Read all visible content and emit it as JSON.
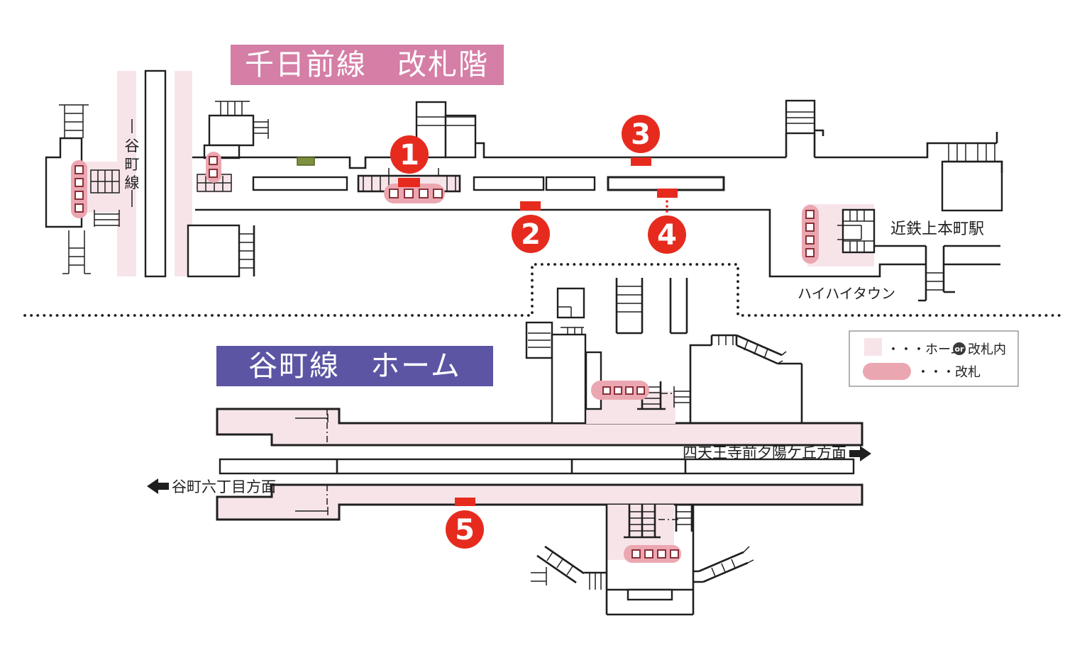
{
  "upper_map": {
    "title": "千日前線　改札階",
    "line_label": "谷町線",
    "line_label_chars": [
      "谷",
      "町",
      "線"
    ],
    "station_right": "近鉄上本町駅",
    "area_right": "ハイハイタウン"
  },
  "lower_map": {
    "title": "谷町線　ホーム",
    "direction_right": "四天王寺前夕陽ケ丘方面",
    "direction_left": "谷町六丁目方面"
  },
  "legend": {
    "platform_label": "・・・ホーム",
    "or_badge": "or",
    "inside_gate_label": "改札内",
    "gate_label": "・・・改札"
  },
  "exits": [
    {
      "number": "1"
    },
    {
      "number": "2"
    },
    {
      "number": "3"
    },
    {
      "number": "4"
    },
    {
      "number": "5"
    }
  ],
  "colors": {
    "area_pink": "#f7e4e9",
    "gate_pink": "#eba7b1",
    "red": "#e62b1e",
    "title_pink": "#d57ea6",
    "title_purple": "#5b55a4",
    "green": "#7d9140"
  }
}
